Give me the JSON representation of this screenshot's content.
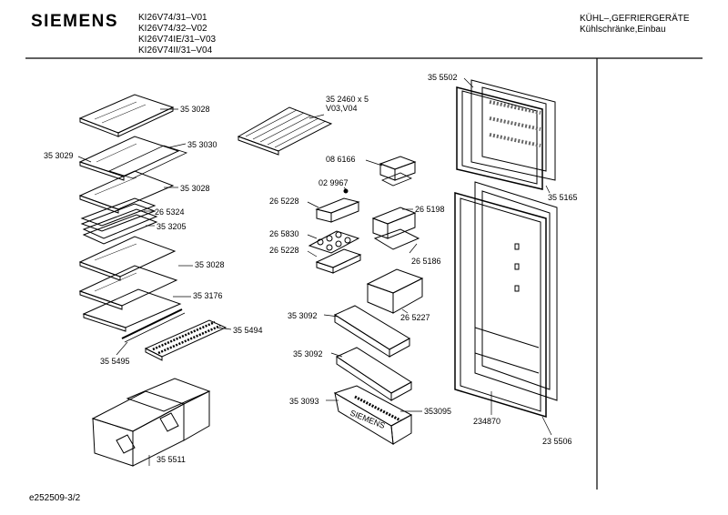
{
  "header": {
    "brand": "SIEMENS",
    "models": [
      "KI26V74/31–V01",
      "KI26V74/32–V02",
      "KI26V74IE/31–V03",
      "KI26V74II/31–V04"
    ],
    "category": [
      "KÜHL–,GEFRIERGERÄTE",
      "Kühlschränke,Einbau"
    ]
  },
  "footer": {
    "code": "e252509-3/2"
  },
  "parts": {
    "p353028a": "35 3028",
    "p353029": "35 3029",
    "p353030": "35 3030",
    "p353028b": "35 3028",
    "p265324": "26 5324",
    "p353205": "35 3205",
    "p353028c": "35 3028",
    "p353176": "35 3176",
    "p355494": "35 5494",
    "p355495": "35 5495",
    "p355511": "35   5511",
    "p352460": "35 2460  x 5",
    "p352460v": "V03,V04",
    "p086166": "08 6166",
    "p029967": "02 9967",
    "p265228a": "26 5228",
    "p265198": "26 5198",
    "p265830": "26 5830",
    "p265228b": "26 5228",
    "p265186": "26 5186",
    "p265227": "26 5227",
    "p353092a": "35 3092",
    "p353092b": "35 3092",
    "p353093": "35 3093",
    "p353095": "353095",
    "p355502": "35 5502",
    "p355165": "35 5165",
    "p234870": "234870",
    "p235506": "23 5506",
    "brand_on_part": "SIEMENS"
  }
}
